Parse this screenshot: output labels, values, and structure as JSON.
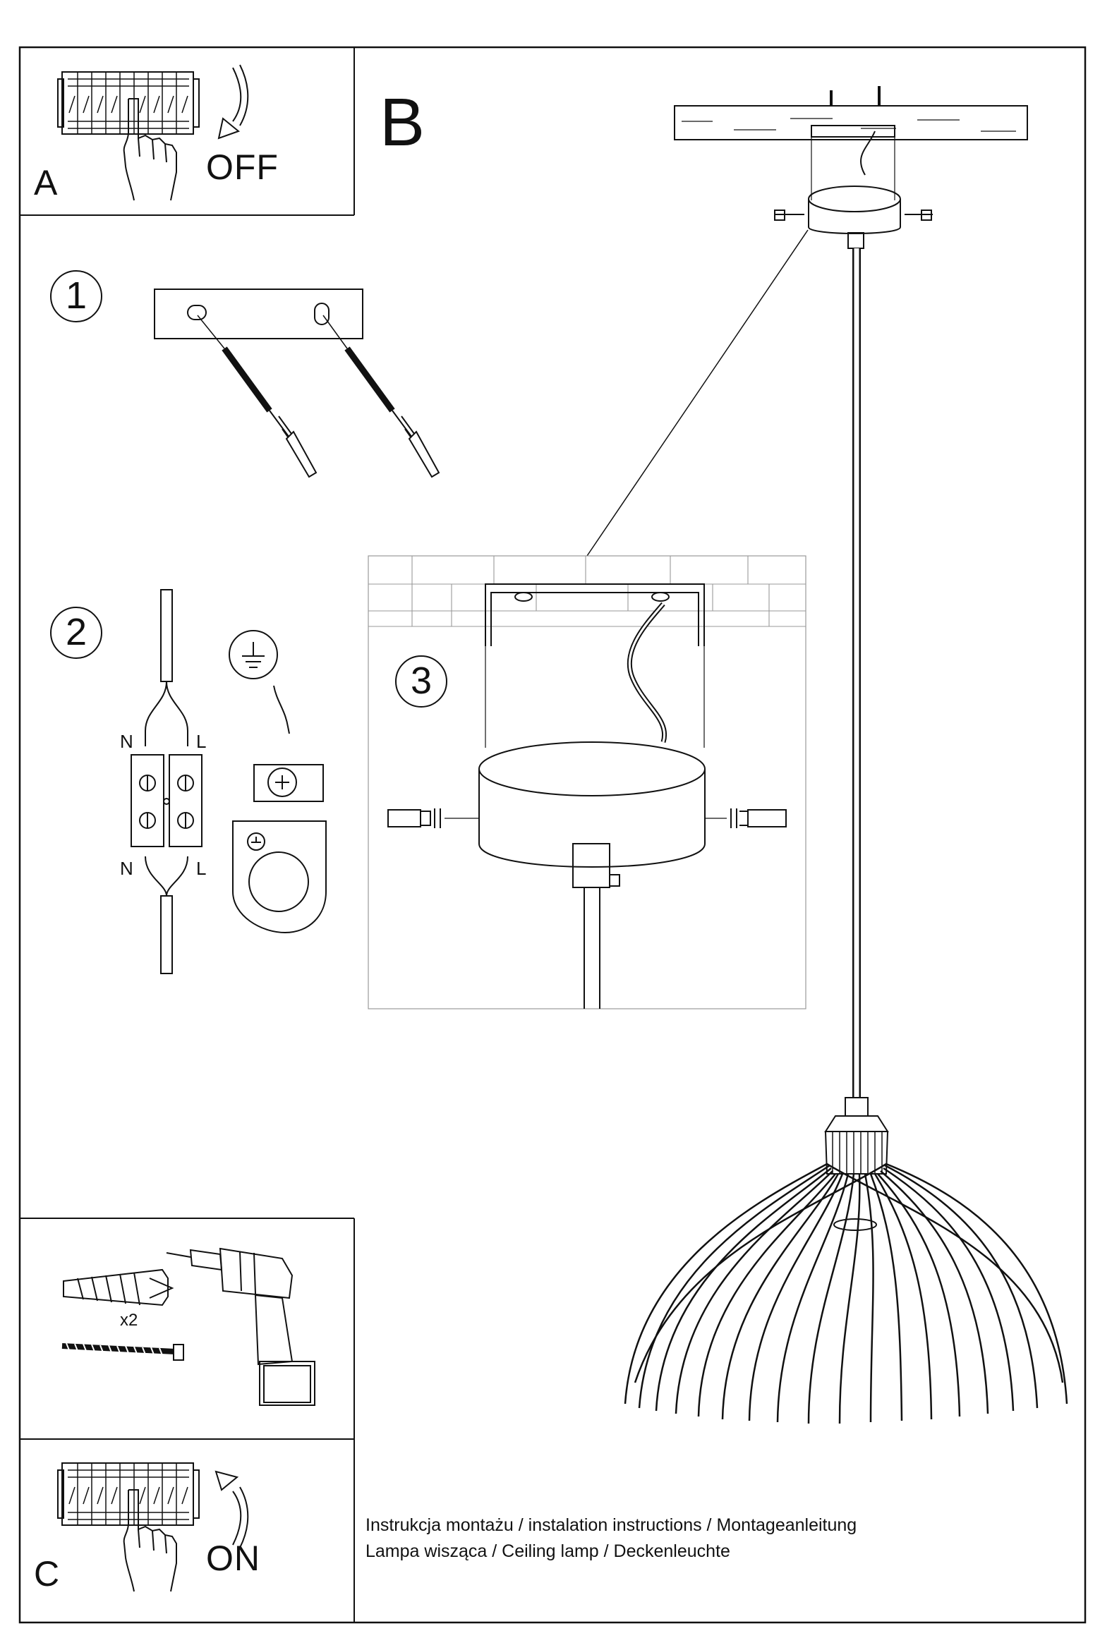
{
  "panels": {
    "a": {
      "letter": "A",
      "action": "OFF"
    },
    "b": {
      "letter": "B"
    },
    "c": {
      "letter": "C",
      "action": "ON"
    }
  },
  "steps": {
    "one": "1",
    "two": "2",
    "three": "3"
  },
  "wiring": {
    "neutral_top": "N",
    "live_top": "L",
    "neutral_bottom": "N",
    "live_bottom": "L"
  },
  "tools": {
    "quantity": "x2"
  },
  "caption": {
    "line1": "Instrukcja montażu / instalation instructions / Montageanleitung",
    "line2": "Lampa wisząca / Ceiling lamp  / Deckenleuchte"
  }
}
